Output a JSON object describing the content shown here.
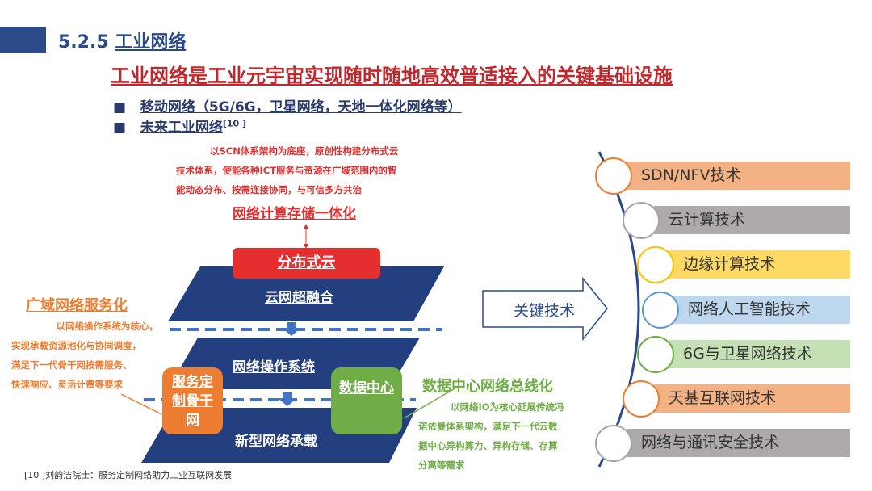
{
  "header": {
    "section": "5.2.5",
    "title": "工业网络"
  },
  "headline": "工业网络是工业元宇宙实现随时随地高效普适接入的关键基础设施",
  "bullets": [
    {
      "text": "移动网络（5G/6G，卫星网络，天地一体化网络等）"
    },
    {
      "text": "未来工业网络",
      "sup": "[10 ]"
    }
  ],
  "diagram": {
    "top_desc": [
      "以SCN体系架构为底座，原创性构建分布式云",
      "技术体系，使能各种ICT服务与资源在广域范围内的智",
      "能动态分布、按需连接协同，与可信多方共治"
    ],
    "top_title": "网络计算存储一体化",
    "cloud": "分布式云",
    "layer1": "云网超融合",
    "layer2": "网络操作系统",
    "layer3": "新型网络承载",
    "left_box": "服务定制骨干网",
    "right_box": "数据中心",
    "left_title": "广域网络服务化",
    "left_desc": [
      "以网络操作系统为核心，",
      "实现承载资源池化与协同调度，",
      "满足下一代骨干网按需服务、",
      "快速响应、灵活计费等要求"
    ],
    "right_title": "数据中心网络总线化",
    "right_desc": [
      "以网络IO为核心延展传统冯",
      "诺依曼体系架构，满足下一代云数",
      "据中心异构算力、异构存储、存算",
      "分离等需求"
    ]
  },
  "arrow_label": "关键技术",
  "tech": [
    {
      "label": "SDN/NFV技术",
      "bg": "#f4b183",
      "ring": "#ed7d31"
    },
    {
      "label": "云计算技术",
      "bg": "#aeaaaa",
      "ring": "#a5a5a5"
    },
    {
      "label": "边缘计算技术",
      "bg": "#ffd966",
      "ring": "#ffc000"
    },
    {
      "label": "网络人工智能技术",
      "bg": "#bdd7ee",
      "ring": "#5b9bd5"
    },
    {
      "label": "6G与卫星网络技术",
      "bg": "#c5e0b4",
      "ring": "#70ad47"
    },
    {
      "label": "天基互联网技术",
      "bg": "#f4b183",
      "ring": "#ed7d31"
    },
    {
      "label": "网络与通讯安全技术",
      "bg": "#aeaaaa",
      "ring": "#a5a5a5"
    }
  ],
  "footnote": "[10 ]刘韵洁院士：服务定制网络助力工业互联网发展"
}
